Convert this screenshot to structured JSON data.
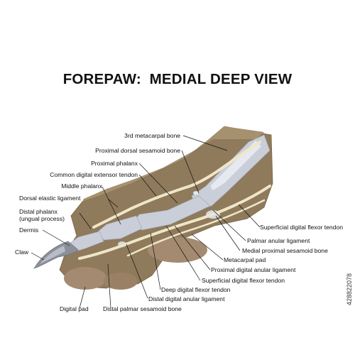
{
  "title": "FOREPAW:  MEDIAL DEEP VIEW",
  "stock_id": "428822078",
  "colors": {
    "skin": "#8f7a5c",
    "skin_light": "#b4a184",
    "pad": "#a48a70",
    "bone": "#c9ced8",
    "bone_light": "#e6e9ef",
    "tendon_cream": "#efe6c8",
    "claw": "#8a8f99",
    "label_text": "#111111"
  },
  "labels": {
    "metacarpal_3": "3rd metacarpal bone",
    "prox_dorsal_sesamoid": "Proximal dorsal sesamoid bone",
    "prox_phalanx": "Proximal phalanx",
    "common_ext_tendon": "Common digital extensor tendon",
    "middle_phalanx": "Middle phalanx",
    "dorsal_elastic": "Dorsal elastic ligament",
    "distal_phalanx_1": "Distal phalanx",
    "distal_phalanx_2": "(ungual process)",
    "dermis": "Dermis",
    "claw": "Claw",
    "digital_pad": "Digital pad",
    "superficial_flexor": "Superficial digital flexor tendon",
    "palmar_anular": "Palmar anular ligament",
    "medial_prox_sesamoid": "Medial proximal sesamoid bone",
    "metacarpal_pad": "Metacarpal pad",
    "prox_digital_anular": "Proximal digital anular ligament",
    "superficial_flexor_2": "Superficial digital flexor tendon",
    "deep_flexor": "Deep digital flexor tendon",
    "distal_digital_anular": "Distal digital anular ligament",
    "distal_palmar_sesamoid": "Distal palmar sesamoid bone"
  }
}
